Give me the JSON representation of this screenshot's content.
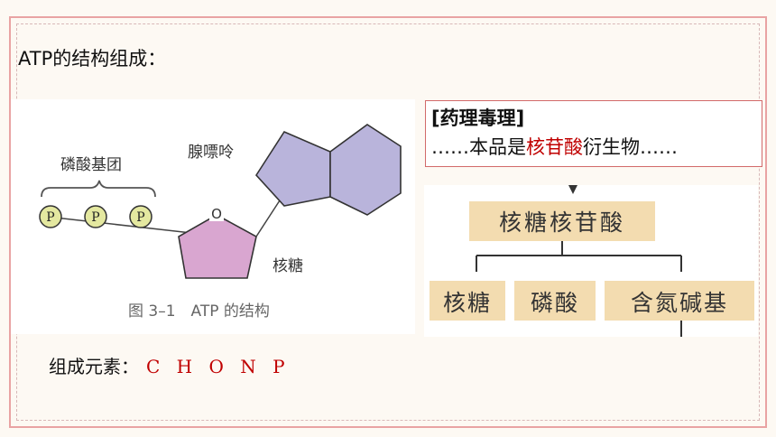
{
  "title": "ATP的结构组成：",
  "atp_figure": {
    "phosphate_group_label": "磷酸基团",
    "phosphate_symbol": "P",
    "adenine_label": "腺嘌呤",
    "ribose_label": "核糖",
    "ring_oxygen": "O",
    "caption": "图 3–1　ATP 的结构",
    "colors": {
      "phosphate": "#e4e8a0",
      "ribose": "#d9a6d0",
      "adenine": "#b9b4db"
    }
  },
  "pharmacology": {
    "heading": "[药理毒理]",
    "line_prefix": "……本品是",
    "line_highlight": "核苷酸",
    "line_suffix": "衍生物……",
    "highlight_color": "#c00000"
  },
  "nucleotide_figure": {
    "top": "核糖核苷酸",
    "parts": [
      "核糖",
      "磷酸",
      "含氮碱基"
    ],
    "box_color": "#f3dcb0"
  },
  "elements": {
    "label": "组成元素：",
    "value": "C H O N P"
  }
}
